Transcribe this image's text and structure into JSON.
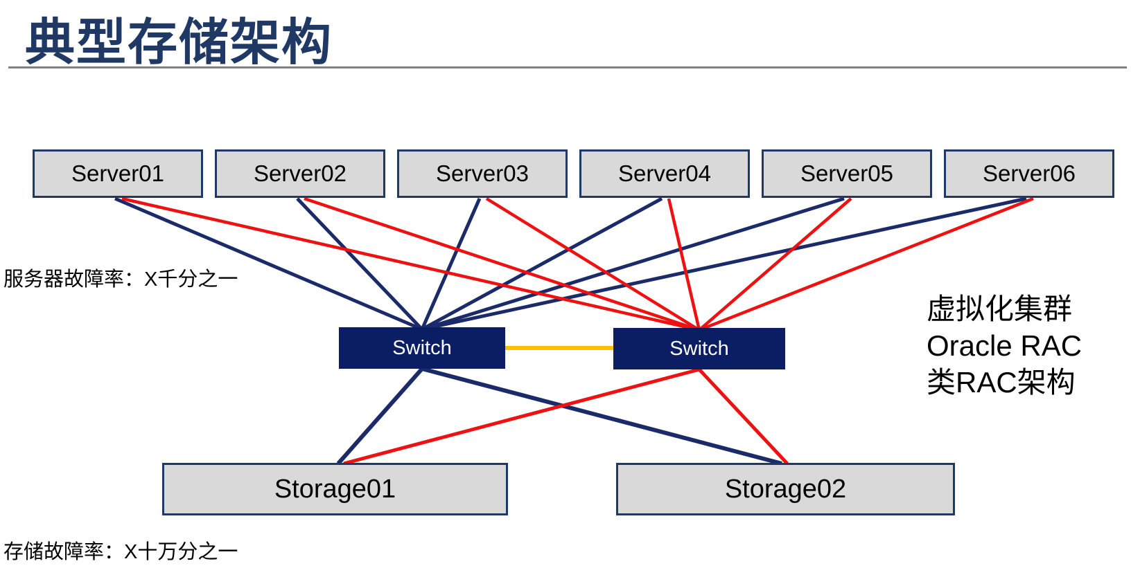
{
  "title": "典型存储架构",
  "annotations": {
    "server_failure_rate": "服务器故障率：X千分之一",
    "storage_failure_rate": "存储故障率：X十万分之一",
    "cluster_note_lines": [
      "虚拟化集群",
      "Oracle RAC",
      "类RAC架构"
    ]
  },
  "diagram": {
    "servers": [
      "Server01",
      "Server02",
      "Server03",
      "Server04",
      "Server05",
      "Server06"
    ],
    "switches": [
      "Switch",
      "Switch"
    ],
    "storages": [
      "Storage01",
      "Storage02"
    ],
    "links": [
      {
        "from": "Server01",
        "to": "Switch1",
        "color": "navy"
      },
      {
        "from": "Server02",
        "to": "Switch1",
        "color": "navy"
      },
      {
        "from": "Server03",
        "to": "Switch1",
        "color": "navy"
      },
      {
        "from": "Server04",
        "to": "Switch1",
        "color": "navy"
      },
      {
        "from": "Server05",
        "to": "Switch1",
        "color": "navy"
      },
      {
        "from": "Server06",
        "to": "Switch1",
        "color": "navy"
      },
      {
        "from": "Server01",
        "to": "Switch2",
        "color": "red"
      },
      {
        "from": "Server02",
        "to": "Switch2",
        "color": "red"
      },
      {
        "from": "Server03",
        "to": "Switch2",
        "color": "red"
      },
      {
        "from": "Server04",
        "to": "Switch2",
        "color": "red"
      },
      {
        "from": "Server05",
        "to": "Switch2",
        "color": "red"
      },
      {
        "from": "Server06",
        "to": "Switch2",
        "color": "red"
      },
      {
        "from": "Switch1",
        "to": "Switch2",
        "color": "orange"
      },
      {
        "from": "Switch1",
        "to": "Storage01",
        "color": "navy"
      },
      {
        "from": "Switch1",
        "to": "Storage02",
        "color": "navy"
      },
      {
        "from": "Switch2",
        "to": "Storage01",
        "color": "red"
      },
      {
        "from": "Switch2",
        "to": "Storage02",
        "color": "red"
      }
    ]
  },
  "colors": {
    "navy_line": "#1B2A68",
    "red_line": "#EE1111",
    "inter_switch_link": "#FFC000",
    "node_fill": "#D9D9D9",
    "node_border": "#1F3864",
    "switch_fill": "#0B1D63",
    "title_color": "#1F3864",
    "rule_color": "#808080"
  }
}
